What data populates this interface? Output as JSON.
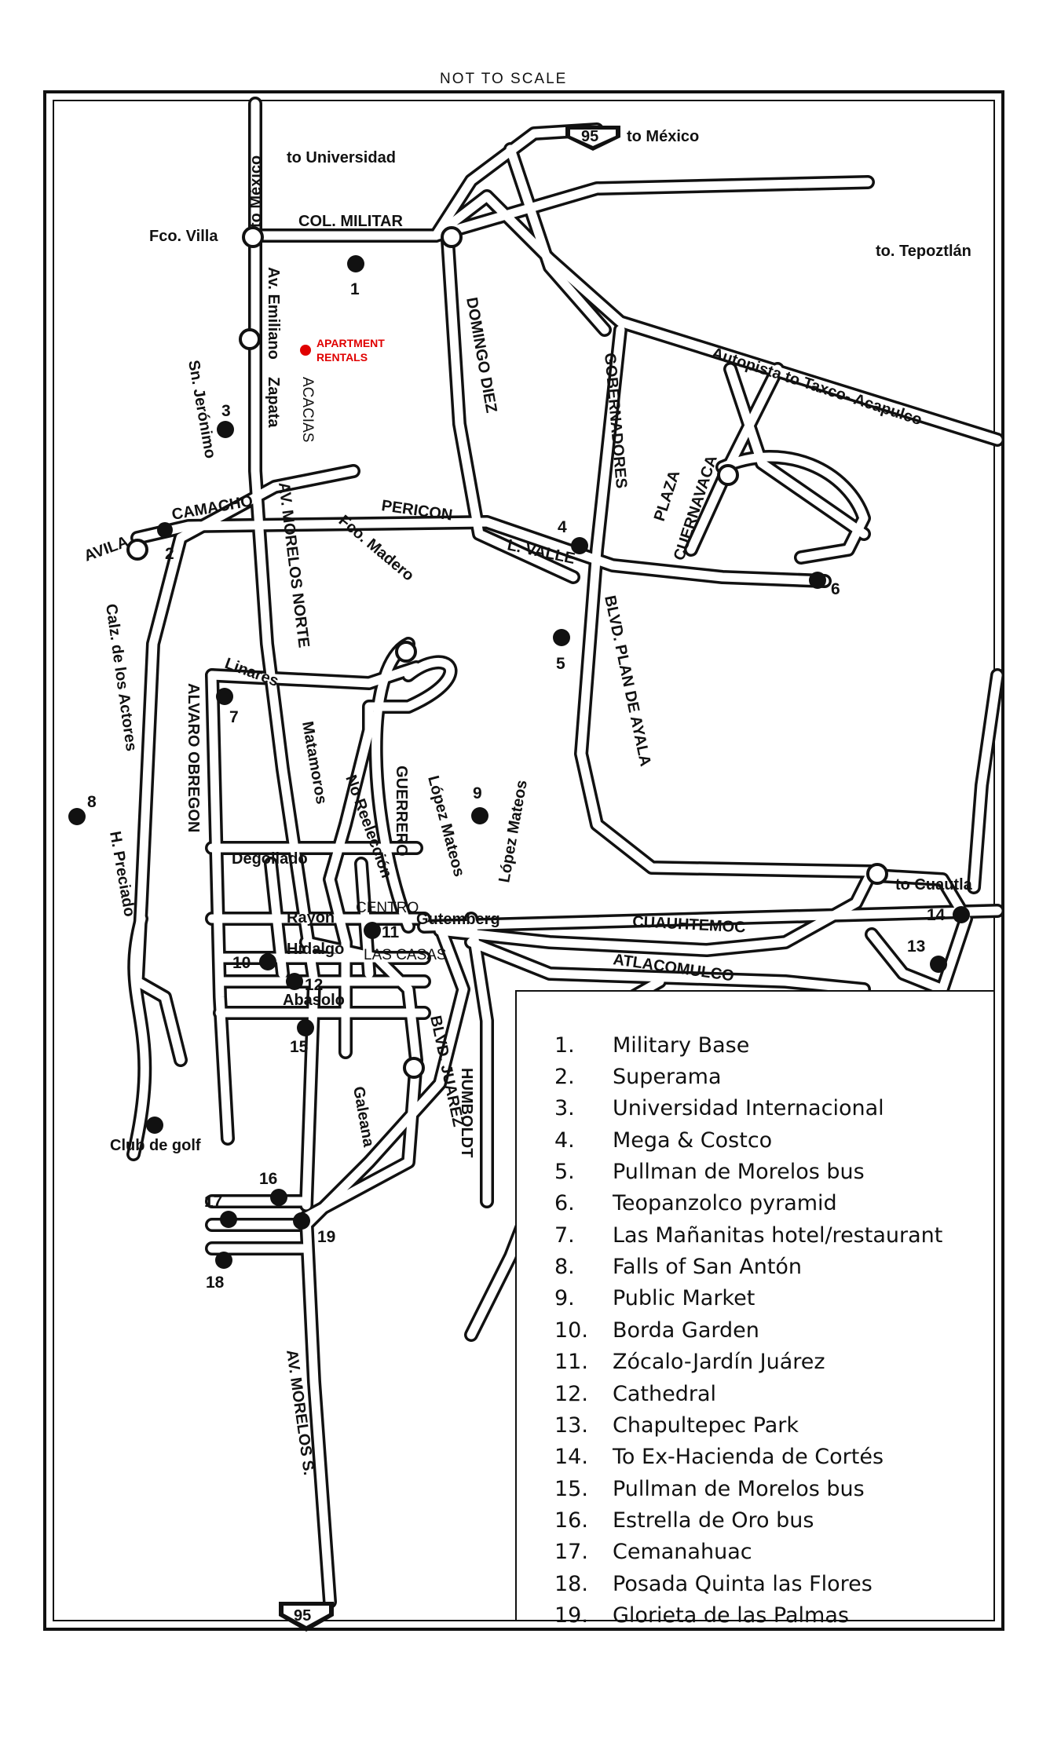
{
  "map": {
    "scale_note": "NOT TO SCALE",
    "highway": "95",
    "streets": {
      "to_mexico_top": "to México",
      "to_mexico_left": "to México",
      "to_universidad": "to Universidad",
      "fco_villa": "Fco. Villa",
      "col_militar": "COL. MILITAR",
      "to_tepoztlan": "to. Tepoztlán",
      "av_emiliano": "Av. Emiliano",
      "zapata": "Zapata",
      "acacias": "ACACIAS",
      "sn_jeronimo": "Sn. Jerónimo",
      "domingo_diez": "DOMINGO DIEZ",
      "gobernadores": "GOBERNADORES",
      "autopista": "Autopista to Taxco- Acapulco",
      "plaza": "PLAZA",
      "cuernavaca": "CUERNAVACA",
      "avila": "AVILA",
      "camacho": "CAMACHO",
      "av_morelos_norte": "AV. MORELOS NORTE",
      "pericon": "PERICON",
      "l_valle": "L. VALLE",
      "fco_madero": "Fco. Madero",
      "blvd_plan_de_ayala": "BLVD. PLAN DE AYALA",
      "calz_actores": "Calz. de los Actores",
      "linares": "Linares",
      "alvaro_obregon": "ALVARO OBREGON",
      "matamoros": "Matamoros",
      "no_reeleccion": "No Reelección",
      "guerrero": "GUERRERO",
      "lopez_mateos_1": "López Mateos",
      "lopez_mateos_2": "López Mateos",
      "h_preciado": "H. Preciado",
      "degollado": "Degollado",
      "rayon": "Rayon",
      "centro": "CENTRO",
      "gutemberg": "Gutemberg",
      "cuauhtemoc": "CUAUHTEMOC",
      "to_cuautla": "to Cuautla",
      "hidalgo": "Hidalgo",
      "las_casas": "LAS CASAS",
      "atlacomulco": "ATLACOMULCO",
      "abasolo": "Abasolo",
      "blvd_juarez": "BLVD. JUAREZ",
      "humboldt": "HUMBOLDT",
      "galeana": "Galeana",
      "club_de_golf": "Club de golf",
      "av_morelos_s": "AV. MORELOS S."
    },
    "apartment_rentals": {
      "line1": "APARTMENT",
      "line2": "RENTALS",
      "color": "#e00000"
    },
    "markers": [
      "1",
      "2",
      "3",
      "4",
      "5",
      "6",
      "7",
      "8",
      "9",
      "10",
      "11",
      "12",
      "13",
      "14",
      "15",
      "16",
      "17",
      "18",
      "19"
    ]
  },
  "legend": {
    "items": [
      {
        "num": "1.",
        "label": "Military Base"
      },
      {
        "num": "2.",
        "label": "Superama"
      },
      {
        "num": "3.",
        "label": "Universidad Internacional"
      },
      {
        "num": "4.",
        "label": "Mega  & Costco"
      },
      {
        "num": "5.",
        "label": "Pullman de Morelos bus"
      },
      {
        "num": "6.",
        "label": "Teopanzolco pyramid"
      },
      {
        "num": "7.",
        "label": "Las Mañanitas hotel/restaurant"
      },
      {
        "num": "8.",
        "label": "Falls of San Antón"
      },
      {
        "num": "9.",
        "label": "Public Market"
      },
      {
        "num": "10.",
        "label": "Borda Garden"
      },
      {
        "num": "11.",
        "label": "Zócalo-Jardín Juárez"
      },
      {
        "num": "12.",
        "label": "Cathedral"
      },
      {
        "num": "13.",
        "label": "Chapultepec Park"
      },
      {
        "num": "14.",
        "label": "To Ex-Hacienda de Cortés"
      },
      {
        "num": "15.",
        "label": "Pullman de Morelos bus"
      },
      {
        "num": "16.",
        "label": "Estrella de Oro bus"
      },
      {
        "num": "17.",
        "label": "Cemanahuac"
      },
      {
        "num": "18.",
        "label": "Posada Quinta las Flores"
      },
      {
        "num": "19.",
        "label": "Glorieta de las Palmas"
      }
    ]
  }
}
